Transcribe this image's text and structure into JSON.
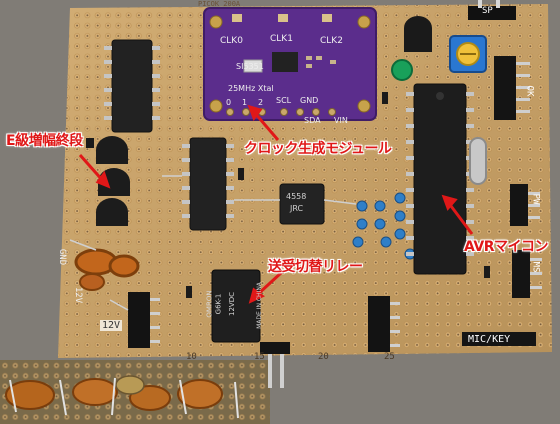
{
  "annotations": {
    "final_stage": "E級増幅終段",
    "clock_module": "クロック生成モジュール",
    "avr": "AVRマイコン",
    "relay": "送受切替リレー"
  },
  "clock_board": {
    "chip_label": "SI5351",
    "crystal_label": "25MHz Xtal",
    "pin_labels_top": [
      "CLK0",
      "CLK1",
      "CLK2"
    ],
    "pin_labels_bottom": [
      "0",
      "1",
      "2",
      "SCL",
      "GND",
      "SDA",
      "VIN"
    ]
  },
  "pcb_silk": {
    "board_id": "PICOK 200A",
    "connector_mic": "MIC/KEY",
    "connector_12v": "12V",
    "connector_sp": "SP",
    "connector_gnd": "GND",
    "left_side": "12V",
    "right_ms": "MS",
    "right_pw": "PW",
    "right_ok": "OK",
    "row_numbers": [
      "10",
      "15",
      "20",
      "25"
    ]
  },
  "relay_text": [
    "OMRON",
    "G6K-1",
    "12VDC",
    "MADE IN CHINA"
  ],
  "opamp_text": [
    "4558",
    "JRC"
  ],
  "colors": {
    "annotation": "#e01818",
    "pcb": "#c9a36a",
    "clock_board": "#5b2d8c"
  }
}
